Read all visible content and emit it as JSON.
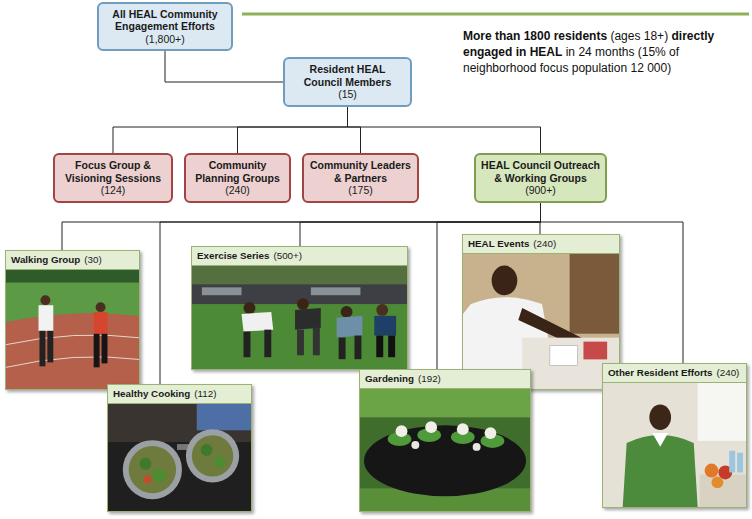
{
  "diagram": {
    "nodes": [
      {
        "text": [
          "All HEAL Community Engagement Efforts",
          "(1,800+)"
        ]
      },
      {
        "text": [
          "Resident HEAL Council Members",
          "(15)"
        ]
      },
      {
        "text": [
          "Focus Group & Visioning Sessions",
          "(124)"
        ]
      },
      {
        "text": [
          "Community Planning Groups",
          "(240)"
        ]
      },
      {
        "text": [
          "Community Leaders & Partners",
          "(175)"
        ]
      },
      {
        "text": [
          "HEAL Council Outreach & Working Groups",
          "(900+)"
        ]
      },
      {
        "text": [
          "Walking Group",
          "(30)"
        ]
      },
      {
        "text": [
          "Exercise Series",
          "(500+)"
        ]
      },
      {
        "text": [
          "HEAL Events",
          "(240)"
        ]
      },
      {
        "text": [
          "Healthy Cooking",
          "(112)"
        ]
      },
      {
        "text": [
          "Gardening",
          "(192)"
        ]
      },
      {
        "text": [
          "Other Resident Efforts",
          "(240)"
        ]
      }
    ],
    "edges": [
      {
        "from": 0,
        "to": 1,
        "arrow": "none"
      },
      {
        "from": 1,
        "to": 2,
        "arrow": "none"
      },
      {
        "from": 1,
        "to": 3,
        "arrow": "none"
      },
      {
        "from": 1,
        "to": 4,
        "arrow": "none"
      },
      {
        "from": 1,
        "to": 5,
        "arrow": "none"
      },
      {
        "from": 5,
        "to": 6,
        "arrow": "none"
      },
      {
        "from": 5,
        "to": 7,
        "arrow": "none"
      },
      {
        "from": 5,
        "to": 8,
        "arrow": "none"
      },
      {
        "from": 5,
        "to": 9,
        "arrow": "none"
      },
      {
        "from": 5,
        "to": 10,
        "arrow": "none"
      },
      {
        "from": 5,
        "to": 11,
        "arrow": "none"
      }
    ],
    "labels": [
      "More than 1800 residents",
      "(ages 18+)",
      "directly engaged in HEAL",
      "in 24 months (15% of neighborhood focus population 12 000)"
    ]
  }
}
